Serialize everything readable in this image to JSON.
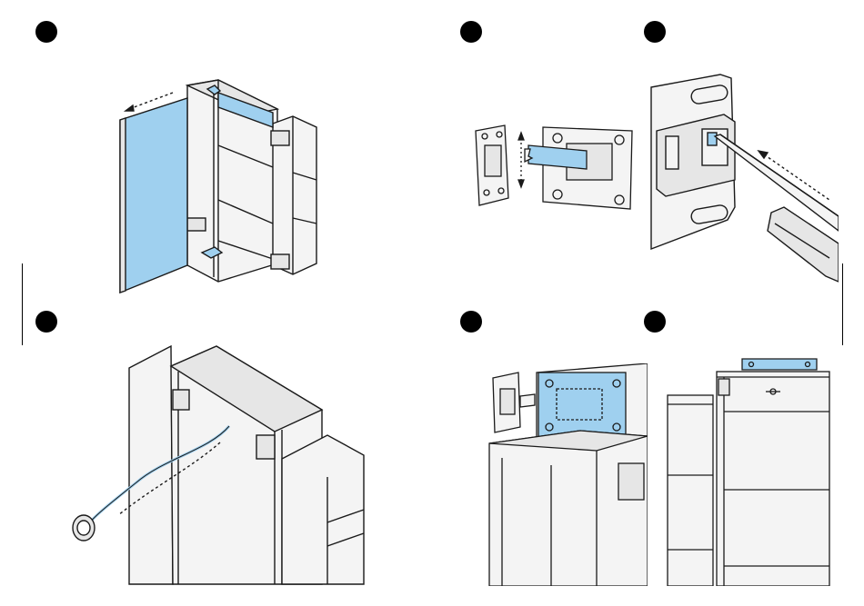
{
  "page": {
    "background": "#ffffff"
  },
  "colors": {
    "line": "#1a1a1a",
    "highlight_blue": "#9fd0ef",
    "panel_light": "#f4f4f4",
    "panel_mid": "#e6e6e6",
    "panel_dark": "#d0d0d0"
  },
  "steps": [
    {
      "id": "step-1",
      "marker": "filled-circle",
      "illustration": "cabinet-door-removal"
    },
    {
      "id": "step-2",
      "marker": "filled-circle",
      "illustration": "bracket-insertion"
    },
    {
      "id": "step-3",
      "marker": "filled-circle",
      "illustration": "screwdriver-adjust"
    },
    {
      "id": "step-4",
      "marker": "filled-circle",
      "illustration": "cable-routing"
    },
    {
      "id": "step-5",
      "marker": "filled-circle",
      "illustration": "wall-mount-plate"
    },
    {
      "id": "step-6",
      "marker": "filled-circle",
      "illustration": "top-bracket-mounted"
    }
  ]
}
